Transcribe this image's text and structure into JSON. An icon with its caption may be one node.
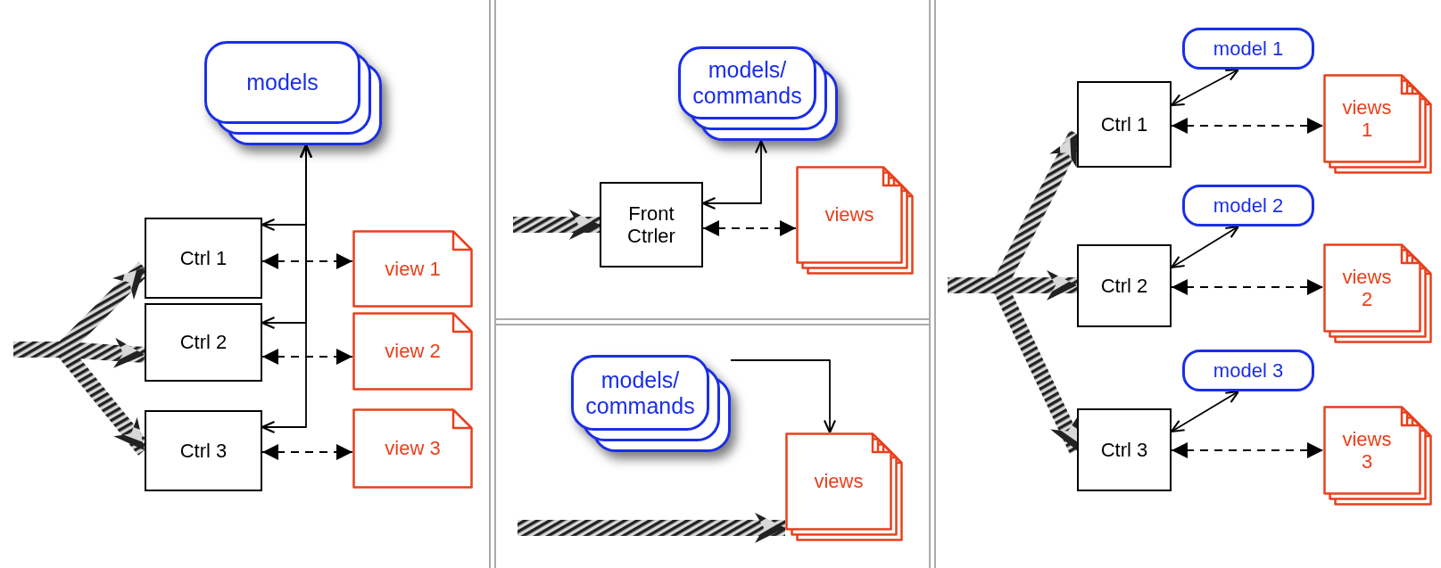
{
  "diagram": {
    "nodes": [
      {
        "text": [
          "models"
        ]
      },
      {
        "text": [
          "Ctrl 1"
        ]
      },
      {
        "text": [
          "Ctrl 2"
        ]
      },
      {
        "text": [
          "Ctrl 3"
        ]
      },
      {
        "text": [
          "view 1"
        ]
      },
      {
        "text": [
          "view 2"
        ]
      },
      {
        "text": [
          "view 3"
        ]
      },
      {
        "text": [
          "models/ commands"
        ]
      },
      {
        "text": [
          "Front Ctrler"
        ]
      },
      {
        "text": [
          "views"
        ]
      },
      {
        "text": [
          "models/ commands"
        ]
      },
      {
        "text": [
          "views"
        ]
      },
      {
        "text": [
          "model 1"
        ]
      },
      {
        "text": [
          "Ctrl 1"
        ]
      },
      {
        "text": [
          "views 1"
        ]
      },
      {
        "text": [
          "model 2"
        ]
      },
      {
        "text": [
          "Ctrl 2"
        ]
      },
      {
        "text": [
          "views 2"
        ]
      },
      {
        "text": [
          "model 3"
        ]
      },
      {
        "text": [
          "Ctrl 3"
        ]
      },
      {
        "text": [
          "views 3"
        ]
      }
    ],
    "edges": [
      {
        "from": null,
        "to": 1,
        "arrow": "to",
        "style": "thick"
      },
      {
        "from": null,
        "to": 2,
        "arrow": "to",
        "style": "thick"
      },
      {
        "from": null,
        "to": 3,
        "arrow": "to",
        "style": "thick"
      },
      {
        "from": 0,
        "to": 1,
        "arrow": "both"
      },
      {
        "from": 0,
        "to": 2,
        "arrow": "both"
      },
      {
        "from": 0,
        "to": 3,
        "arrow": "both"
      },
      {
        "from": 1,
        "to": 4,
        "arrow": "both",
        "style": "dashed"
      },
      {
        "from": 2,
        "to": 5,
        "arrow": "both",
        "style": "dashed"
      },
      {
        "from": 3,
        "to": 6,
        "arrow": "both",
        "style": "dashed"
      },
      {
        "from": null,
        "to": 8,
        "arrow": "to",
        "style": "thick"
      },
      {
        "from": 8,
        "to": 7,
        "arrow": "both"
      },
      {
        "from": 8,
        "to": 9,
        "arrow": "both",
        "style": "dashed"
      },
      {
        "from": 10,
        "to": 11,
        "arrow": "to"
      },
      {
        "from": null,
        "to": 11,
        "arrow": "to",
        "style": "thick"
      },
      {
        "from": null,
        "to": 13,
        "arrow": "to",
        "style": "thick"
      },
      {
        "from": null,
        "to": 16,
        "arrow": "to",
        "style": "thick"
      },
      {
        "from": null,
        "to": 19,
        "arrow": "to",
        "style": "thick"
      },
      {
        "from": 13,
        "to": 12,
        "arrow": "both"
      },
      {
        "from": 13,
        "to": 14,
        "arrow": "both",
        "style": "dashed"
      },
      {
        "from": 16,
        "to": 15,
        "arrow": "both"
      },
      {
        "from": 16,
        "to": 17,
        "arrow": "both",
        "style": "dashed"
      },
      {
        "from": 19,
        "to": 18,
        "arrow": "both"
      },
      {
        "from": 19,
        "to": 20,
        "arrow": "both",
        "style": "dashed"
      }
    ]
  }
}
